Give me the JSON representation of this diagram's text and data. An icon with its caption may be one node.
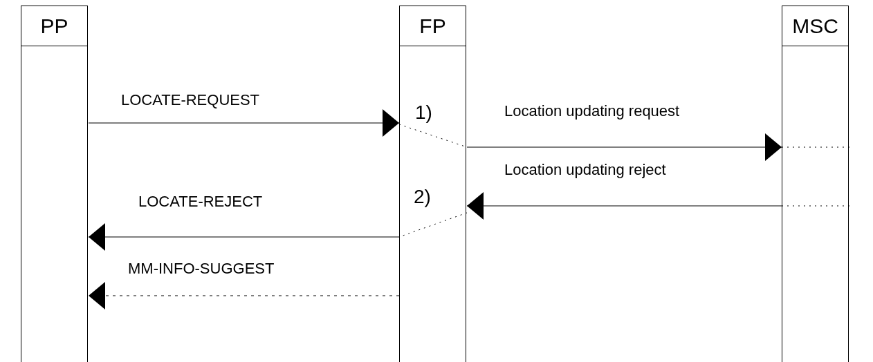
{
  "diagram": {
    "nodes": [
      {
        "text": [
          "PP"
        ]
      },
      {
        "text": [
          "FP"
        ]
      },
      {
        "text": [
          "MSC"
        ]
      }
    ],
    "edges": [
      {
        "from": 0,
        "to": 1,
        "arrow": "to",
        "label": "LOCATE-REQUEST"
      },
      {
        "from": 1,
        "to": 2,
        "arrow": "to",
        "label": "Location updating request"
      },
      {
        "from": 2,
        "to": 1,
        "arrow": "to",
        "label": "Location updating reject"
      },
      {
        "from": 1,
        "to": 0,
        "arrow": "to",
        "label": "LOCATE-REJECT"
      },
      {
        "from": 1,
        "to": 0,
        "arrow": "to",
        "label": "MM-INFO-SUGGEST",
        "style": "dashed"
      }
    ],
    "labels": [
      "1)",
      "2)"
    ]
  }
}
